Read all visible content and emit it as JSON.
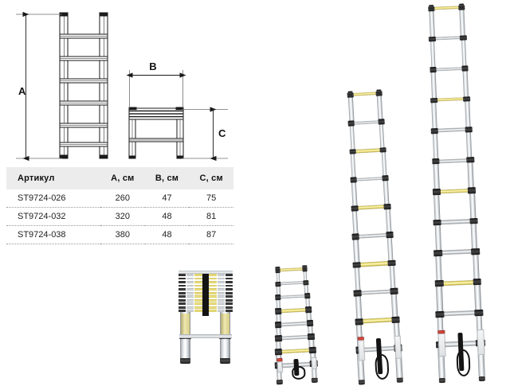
{
  "diagram": {
    "labels": {
      "a": "A",
      "b": "B",
      "c": "C"
    },
    "views": {
      "front_view_name": "front-view-ladder",
      "side_view_name": "side-view-ladder"
    },
    "line_color": "#1a1a1a"
  },
  "table": {
    "headers": [
      "Артикул",
      "A, см",
      "B, см",
      "C, см"
    ],
    "rows": [
      {
        "article": "ST9724-026",
        "a": "260",
        "b": "47",
        "c": "75"
      },
      {
        "article": "ST9724-032",
        "a": "320",
        "b": "48",
        "c": "81"
      },
      {
        "article": "ST9724-038",
        "a": "380",
        "b": "48",
        "c": "87"
      }
    ],
    "header_bg": "#ececec",
    "row_divider": "#9a9a9a"
  },
  "photos": {
    "collapsed": {
      "name": "telescopic-ladder-collapsed",
      "rungs": 11,
      "rung_color": "#f0e37c",
      "body_color": "#c9ced2"
    },
    "small": {
      "name": "telescopic-ladder-260",
      "article": "ST9724-026",
      "rungs": 8,
      "yellow_rungs": 3,
      "height_cm": "260"
    },
    "medium": {
      "name": "telescopic-ladder-320",
      "article": "ST9724-032",
      "rungs": 10,
      "yellow_rungs": 5,
      "height_cm": "320"
    },
    "large": {
      "name": "telescopic-ladder-380",
      "article": "ST9724-038",
      "rungs": 12,
      "yellow_rungs": 5,
      "height_cm": "380"
    },
    "accent_yellow": "#efe37e",
    "accent_black": "#151515",
    "aluminium": "#cdd2d6"
  }
}
